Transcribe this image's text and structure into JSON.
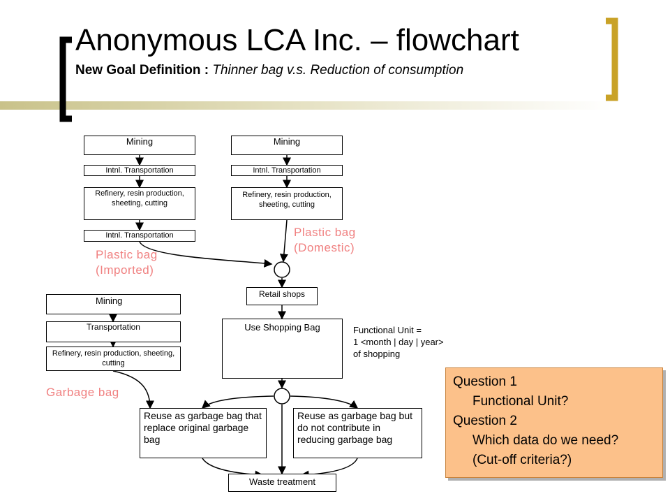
{
  "slide": {
    "title": "Anonymous LCA Inc.  – flowchart",
    "subtitle_bold": "New Goal Definition : ",
    "subtitle_italic": "Thinner bag v.s. Reduction of consumption"
  },
  "imported_chain": {
    "mining": "Mining",
    "transport1": "Intnl. Transportation",
    "refinery": "Refinery, resin production, sheeting, cutting",
    "transport2": "Intnl. Transportation",
    "label": "Plastic bag\n(Imported)"
  },
  "domestic_chain": {
    "mining": "Mining",
    "transport": "Intnl. Transportation",
    "refinery": "Refinery, resin production, sheeting, cutting",
    "label": "Plastic bag\n(Domestic)"
  },
  "garbage_chain": {
    "mining": "Mining",
    "transport": "Transportation",
    "refinery": "Refinery, resin production, sheeting, cutting",
    "label": "Garbage bag"
  },
  "center": {
    "retail": "Retail shops",
    "use": "Use Shopping Bag",
    "reuse_replace": "Reuse as garbage bag that replace original garbage bag",
    "reuse_no": "Reuse as garbage bag but do not contribute in reducing garbage bag",
    "waste": "Waste treatment"
  },
  "functional_unit": {
    "line1": "Functional Unit =",
    "line2": "1 <month | day | year>",
    "line3": "of shopping"
  },
  "questions": {
    "q1": "Question 1",
    "q1_text": "Functional Unit?",
    "q2": "Question 2",
    "q2_text": "Which data do we need?",
    "q2_sub": "(Cut-off criteria?)"
  },
  "colors": {
    "accent_gold": "#c9a227",
    "label_pink": "#f08080",
    "question_fill": "#fcc18a"
  }
}
